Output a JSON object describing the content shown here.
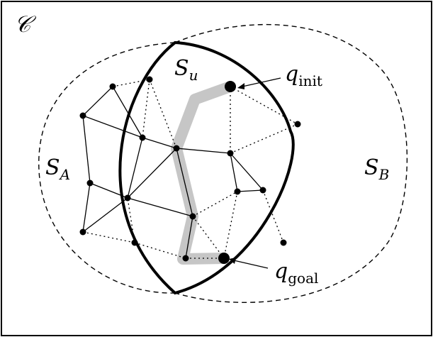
{
  "space_label": "𝒞",
  "regions": {
    "u": {
      "base": "S",
      "sub": "u"
    },
    "a": {
      "base": "S",
      "sub": "A"
    },
    "b": {
      "base": "S",
      "sub": "B"
    }
  },
  "q_init": {
    "base": "q",
    "sub": "init"
  },
  "q_goal": {
    "base": "q",
    "sub": "goal"
  },
  "colors": {
    "frame": "#000000",
    "edge": "#000000",
    "path_highlight": "#c6c6c6",
    "node": "#000000"
  }
}
